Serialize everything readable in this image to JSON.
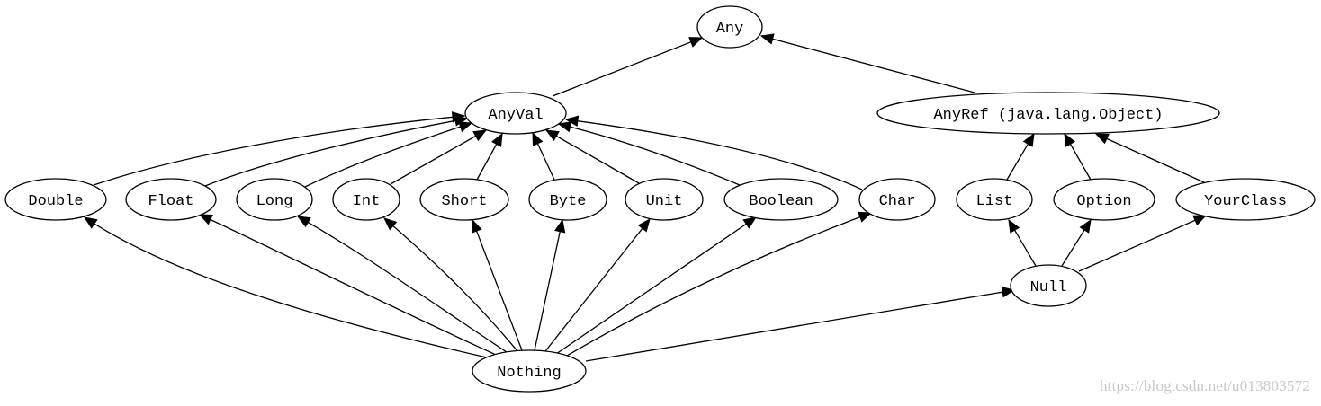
{
  "diagram": {
    "colors": {
      "stroke": "#000000",
      "fill": "#ffffff",
      "text": "#000000",
      "watermark": "#c8c8c8"
    },
    "nodes": [
      {
        "id": "any",
        "label": "Any"
      },
      {
        "id": "anyval",
        "label": "AnyVal"
      },
      {
        "id": "anyref",
        "label": "AnyRef (java.lang.Object)"
      },
      {
        "id": "double",
        "label": "Double"
      },
      {
        "id": "float",
        "label": "Float"
      },
      {
        "id": "long",
        "label": "Long"
      },
      {
        "id": "int",
        "label": "Int"
      },
      {
        "id": "short",
        "label": "Short"
      },
      {
        "id": "byte",
        "label": "Byte"
      },
      {
        "id": "unit",
        "label": "Unit"
      },
      {
        "id": "boolean",
        "label": "Boolean"
      },
      {
        "id": "char",
        "label": "Char"
      },
      {
        "id": "list",
        "label": "List"
      },
      {
        "id": "option",
        "label": "Option"
      },
      {
        "id": "yourclass",
        "label": "YourClass"
      },
      {
        "id": "null",
        "label": "Null"
      },
      {
        "id": "nothing",
        "label": "Nothing"
      }
    ],
    "edges": [
      {
        "from": "anyval",
        "to": "any"
      },
      {
        "from": "anyref",
        "to": "any"
      },
      {
        "from": "double",
        "to": "anyval"
      },
      {
        "from": "float",
        "to": "anyval"
      },
      {
        "from": "long",
        "to": "anyval"
      },
      {
        "from": "int",
        "to": "anyval"
      },
      {
        "from": "short",
        "to": "anyval"
      },
      {
        "from": "byte",
        "to": "anyval"
      },
      {
        "from": "unit",
        "to": "anyval"
      },
      {
        "from": "boolean",
        "to": "anyval"
      },
      {
        "from": "char",
        "to": "anyval"
      },
      {
        "from": "list",
        "to": "anyref"
      },
      {
        "from": "option",
        "to": "anyref"
      },
      {
        "from": "yourclass",
        "to": "anyref"
      },
      {
        "from": "null",
        "to": "list"
      },
      {
        "from": "null",
        "to": "option"
      },
      {
        "from": "null",
        "to": "yourclass"
      },
      {
        "from": "nothing",
        "to": "double"
      },
      {
        "from": "nothing",
        "to": "float"
      },
      {
        "from": "nothing",
        "to": "long"
      },
      {
        "from": "nothing",
        "to": "int"
      },
      {
        "from": "nothing",
        "to": "short"
      },
      {
        "from": "nothing",
        "to": "byte"
      },
      {
        "from": "nothing",
        "to": "unit"
      },
      {
        "from": "nothing",
        "to": "boolean"
      },
      {
        "from": "nothing",
        "to": "char"
      },
      {
        "from": "nothing",
        "to": "null"
      }
    ]
  },
  "watermark": {
    "text": "https://blog.csdn.net/u013803572"
  }
}
